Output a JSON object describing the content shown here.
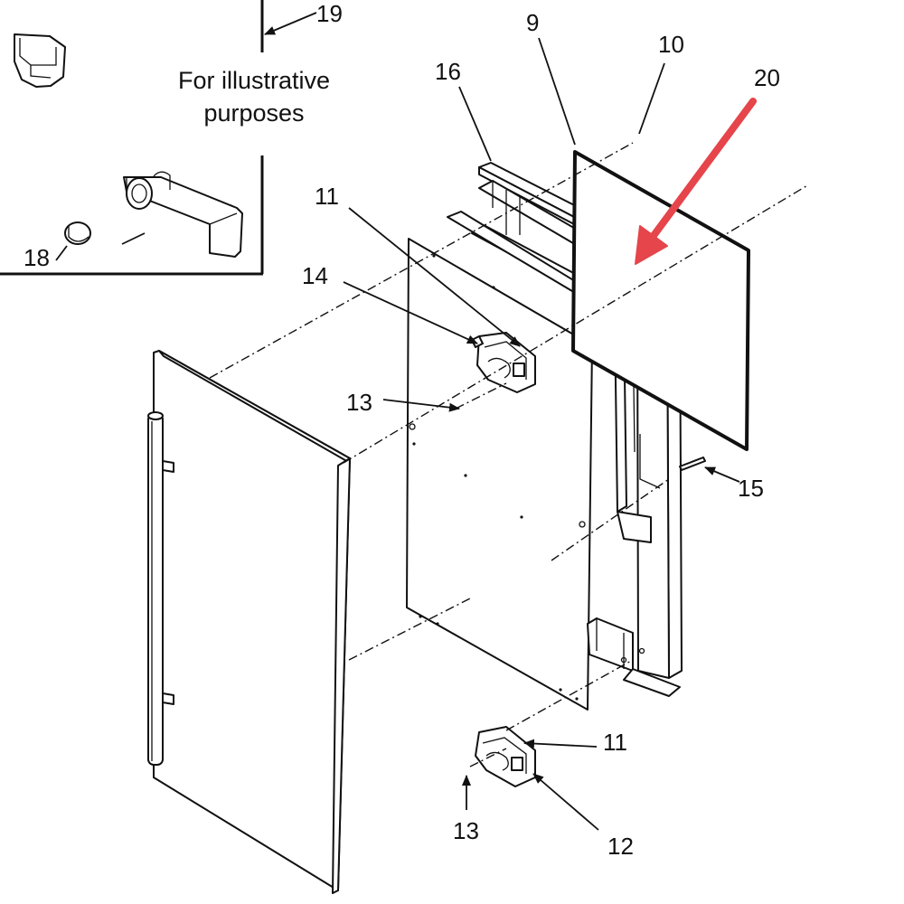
{
  "inset": {
    "note_line1": "For illustrative",
    "note_line2": "purposes"
  },
  "callouts": {
    "c19": "19",
    "c9": "9",
    "c10": "10",
    "c16": "16",
    "c20": "20",
    "c11_top": "11",
    "c14": "14",
    "c13_mid": "13",
    "c15": "15",
    "c18": "18",
    "c11_bottom": "11",
    "c13_bottom": "13",
    "c12": "12"
  },
  "colors": {
    "line": "#111111",
    "highlight_arrow": "#e5454b",
    "background": "#ffffff"
  }
}
